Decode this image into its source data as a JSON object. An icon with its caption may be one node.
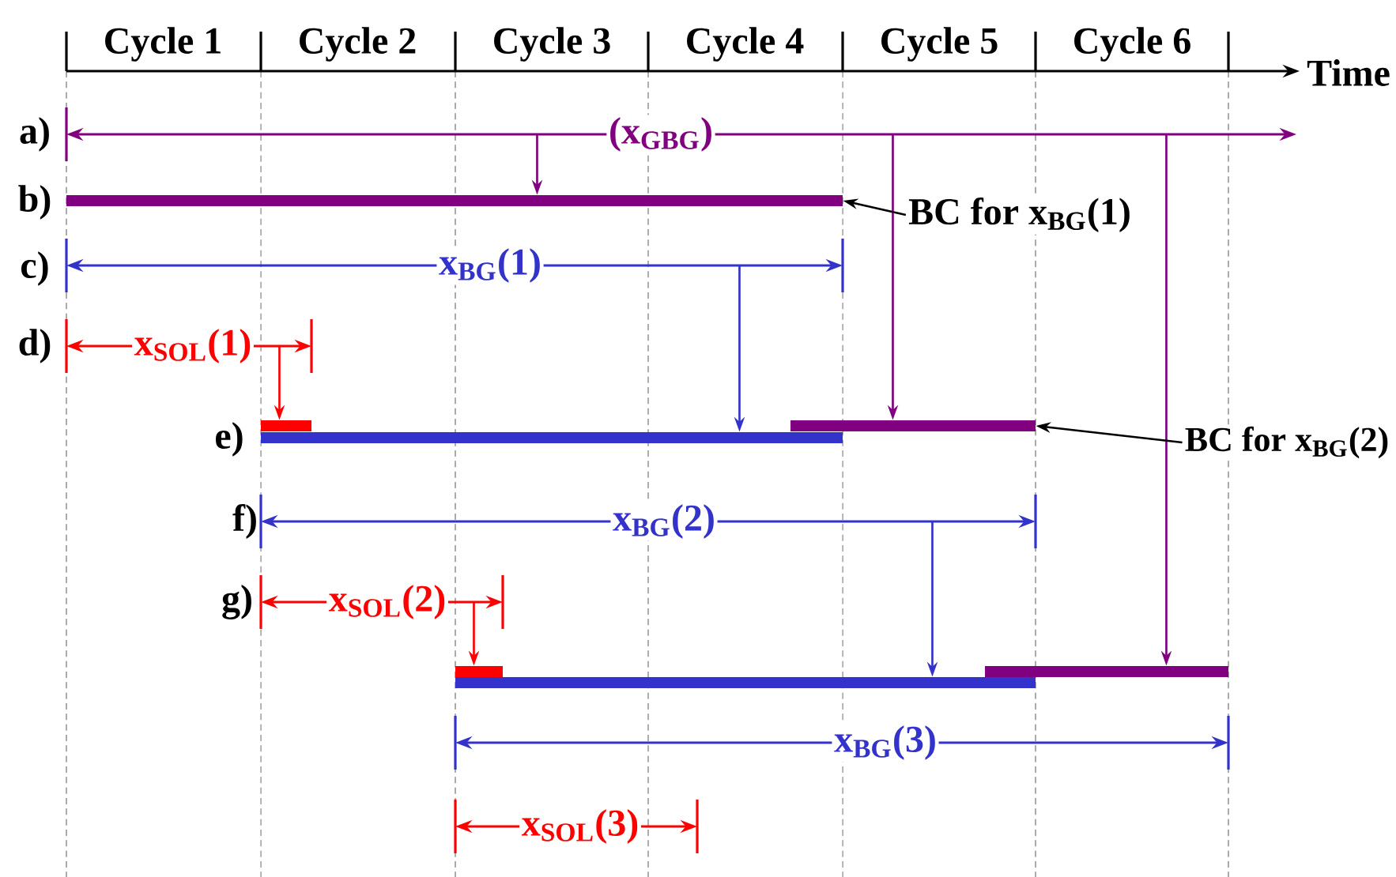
{
  "diagram": {
    "nodes": [
      {
        "text": [
          "(x$_{GBG}$)"
        ]
      },
      {
        "text": [],
        "shape": "bar"
      },
      {
        "text": [
          "BC for x$_{BG}$(1)"
        ]
      },
      {
        "text": [
          "x$_{BG}$(1)"
        ]
      },
      {
        "text": [
          "x$_{SOL}$(1)"
        ]
      },
      {
        "text": [],
        "shape": "bar"
      },
      {
        "text": [],
        "shape": "bar"
      },
      {
        "text": [],
        "shape": "bar"
      },
      {
        "text": [
          "BC for x$_{BG}$(2)"
        ]
      },
      {
        "text": [
          "x$_{BG}$(2)"
        ]
      },
      {
        "text": [
          "x$_{SOL}$(2)"
        ]
      },
      {
        "text": [],
        "shape": "bar"
      },
      {
        "text": [],
        "shape": "bar"
      },
      {
        "text": [],
        "shape": "bar"
      },
      {
        "text": [
          "x$_{BG}$(3)"
        ]
      },
      {
        "text": [
          "x$_{SOL}$(3)"
        ]
      }
    ],
    "edges": [
      {
        "from": 0,
        "to": 1,
        "arrow": "to",
        "color": "#800080"
      },
      {
        "from": 0,
        "to": 7,
        "arrow": "to",
        "color": "#800080"
      },
      {
        "from": 0,
        "to": 13,
        "arrow": "to",
        "color": "#800080"
      },
      {
        "from": 2,
        "to": 1,
        "arrow": "to",
        "color": "#000000"
      },
      {
        "from": 3,
        "to": 6,
        "arrow": "to",
        "color": "#3333cc"
      },
      {
        "from": 4,
        "to": 5,
        "arrow": "to",
        "color": "#ff0000"
      },
      {
        "from": 8,
        "to": 7,
        "arrow": "to",
        "color": "#000000"
      },
      {
        "from": 9,
        "to": 12,
        "arrow": "to",
        "color": "#3333cc"
      },
      {
        "from": 10,
        "to": 11,
        "arrow": "to",
        "color": "#ff0000"
      }
    ],
    "labels": [
      "Cycle 1",
      "Cycle 2",
      "Cycle 3",
      "Cycle 4",
      "Cycle 5",
      "Cycle 6",
      "Time",
      "a)",
      "b)",
      "c)",
      "d)",
      "e)",
      "f)",
      "g)"
    ]
  }
}
